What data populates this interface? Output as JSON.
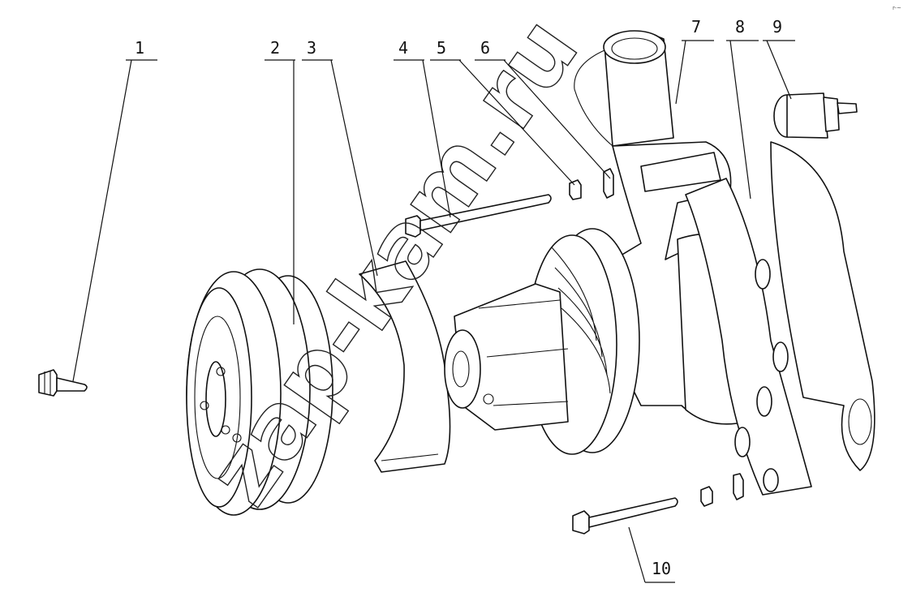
{
  "labels": [
    {
      "id": "1",
      "text": "1"
    },
    {
      "id": "2",
      "text": "2"
    },
    {
      "id": "3",
      "text": "3"
    },
    {
      "id": "4",
      "text": "4"
    },
    {
      "id": "5",
      "text": "5"
    },
    {
      "id": "6",
      "text": "6"
    },
    {
      "id": "7",
      "text": "7"
    },
    {
      "id": "8",
      "text": "8"
    },
    {
      "id": "9",
      "text": "9"
    },
    {
      "id": "10",
      "text": "10"
    }
  ],
  "watermark": "zap-kam.ru",
  "corner_mark": "r-~"
}
